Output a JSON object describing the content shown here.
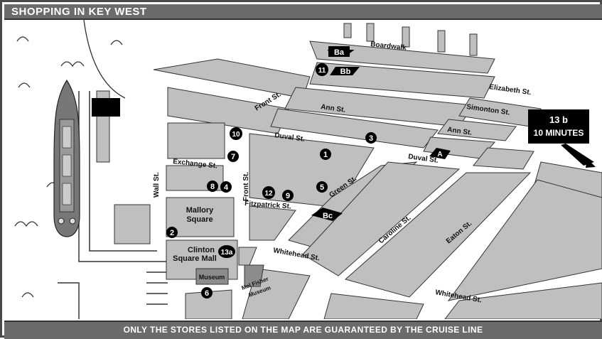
{
  "title": "SHOPPING IN KEY WEST",
  "footer": "ONLY THE STORES LISTED ON THE MAP ARE GUARANTEED BY THE CRUISE LINE",
  "callout": {
    "line1": "13 b",
    "line2": "10 MINUTES"
  },
  "streets": {
    "boardwalk": "Boardwalk",
    "front_upper": "Front St.",
    "front_lower": "Front St.",
    "ann_upper": "Ann St.",
    "ann_lower": "Ann St.",
    "elizabeth": "Elizabeth St.",
    "simonton": "Simonton St.",
    "duval_upper": "Duval St.",
    "duval_lower": "Duval St.",
    "exchange": "Exchange St.",
    "wall": "Wall St.",
    "green": "Green St.",
    "fitzpatrick": "Fitzpatrick St.",
    "caroline": "Caroline St.",
    "eaton": "Eaton St.",
    "whitehead_upper": "Whitehead St.",
    "whitehead_lower": "Whitehead St."
  },
  "places": {
    "mallory_1": "Mallory",
    "mallory_2": "Square",
    "clinton_1": "Clinton",
    "clinton_2": "Square Mall",
    "museum": "Museum",
    "mel_1": "Mel Fisher",
    "mel_2": "Museum"
  },
  "stores": {
    "s1": "1",
    "s2": "2",
    "s3": "3",
    "s4": "4",
    "s5": "5",
    "s6": "6",
    "s7": "7",
    "s8": "8",
    "s9": "9",
    "s10": "10",
    "s11": "11",
    "s12": "12",
    "s13a": "13a"
  },
  "markers": {
    "ba": "Ba",
    "bb": "Bb",
    "bc": "Bc",
    "a": "A"
  },
  "colors": {
    "block": "#bfbfbf",
    "street": "#ffffff",
    "pin": "#000000",
    "bar": "#6b6b6b",
    "museum_block": "#8c8c8c"
  }
}
